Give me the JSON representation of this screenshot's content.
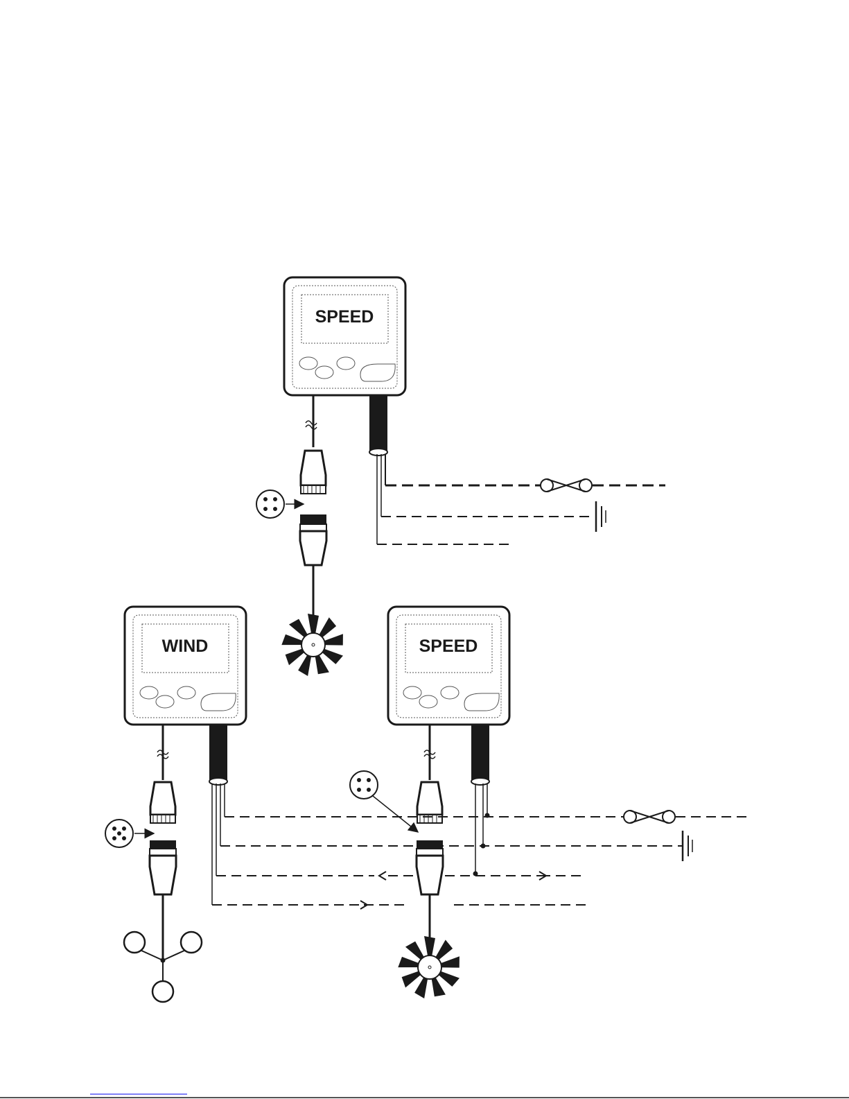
{
  "diagram": {
    "instruments": [
      {
        "id": "speed-top",
        "label": "SPEED"
      },
      {
        "id": "wind",
        "label": "WIND"
      },
      {
        "id": "speed-bottom",
        "label": "SPEED"
      }
    ],
    "sensors": [
      "paddlewheel-icon",
      "paddlewheel-icon",
      "anemometer-icon"
    ],
    "symbols": [
      "fuse-icon",
      "ground-icon",
      "connector-pins-icon"
    ]
  },
  "colors": {
    "ink": "#1a1a1a",
    "background": "#ffffff",
    "footer_rule": "#1a1a1a",
    "footer_link": "#0000ee"
  }
}
